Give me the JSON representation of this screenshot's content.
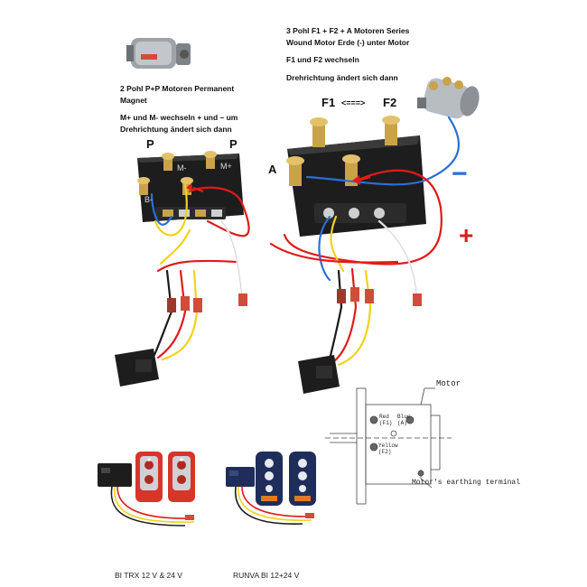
{
  "left_panel": {
    "desc_line1": "2 Pohl P+P  Motoren Permanent",
    "desc_line2": "Magnet",
    "desc_line3": "M+ und M- wechseln + und – um",
    "desc_line4": "Drehrichtung ändert sich dann",
    "pole_left": "P",
    "pole_right": "P",
    "terminal_m_minus": "M-",
    "terminal_m_plus": "M+",
    "terminal_b_minus": "B-"
  },
  "right_panel": {
    "desc_line1": "3 Pohl  F1 + F2 + A Motoren Series",
    "desc_line2": "Wound Motor Erde (-) unter Motor",
    "desc_line3": "F1  und F2  wechseln",
    "desc_line4": "Drehrichtung ändert sich dann",
    "f1": "F1",
    "arrow": "<===>",
    "f2": "F2",
    "a": "A",
    "minus": "−",
    "plus": "+"
  },
  "motor_schematic": {
    "motor": "Motor",
    "red_label": "Red\n(F1)",
    "yellow_label": "Yellow\n(F2)",
    "blue_label": "Blue\n(A)",
    "earthing": "Motor's earthing terminal"
  },
  "remotes": {
    "left_caption": "BI TRX 12 V & 24 V",
    "right_caption": "RUNVA BI 12+24 V"
  },
  "colors": {
    "wire_red": "#e01b1b",
    "wire_blue": "#2a6fd6",
    "wire_yellow": "#f2d21b",
    "wire_white": "#f4f4f4",
    "wire_black": "#1a1a1a",
    "solenoid_body": "#1d1d1d",
    "brass": "#c9a24a",
    "remote_red": "#d9342b",
    "remote_navy": "#1f2d5a"
  }
}
